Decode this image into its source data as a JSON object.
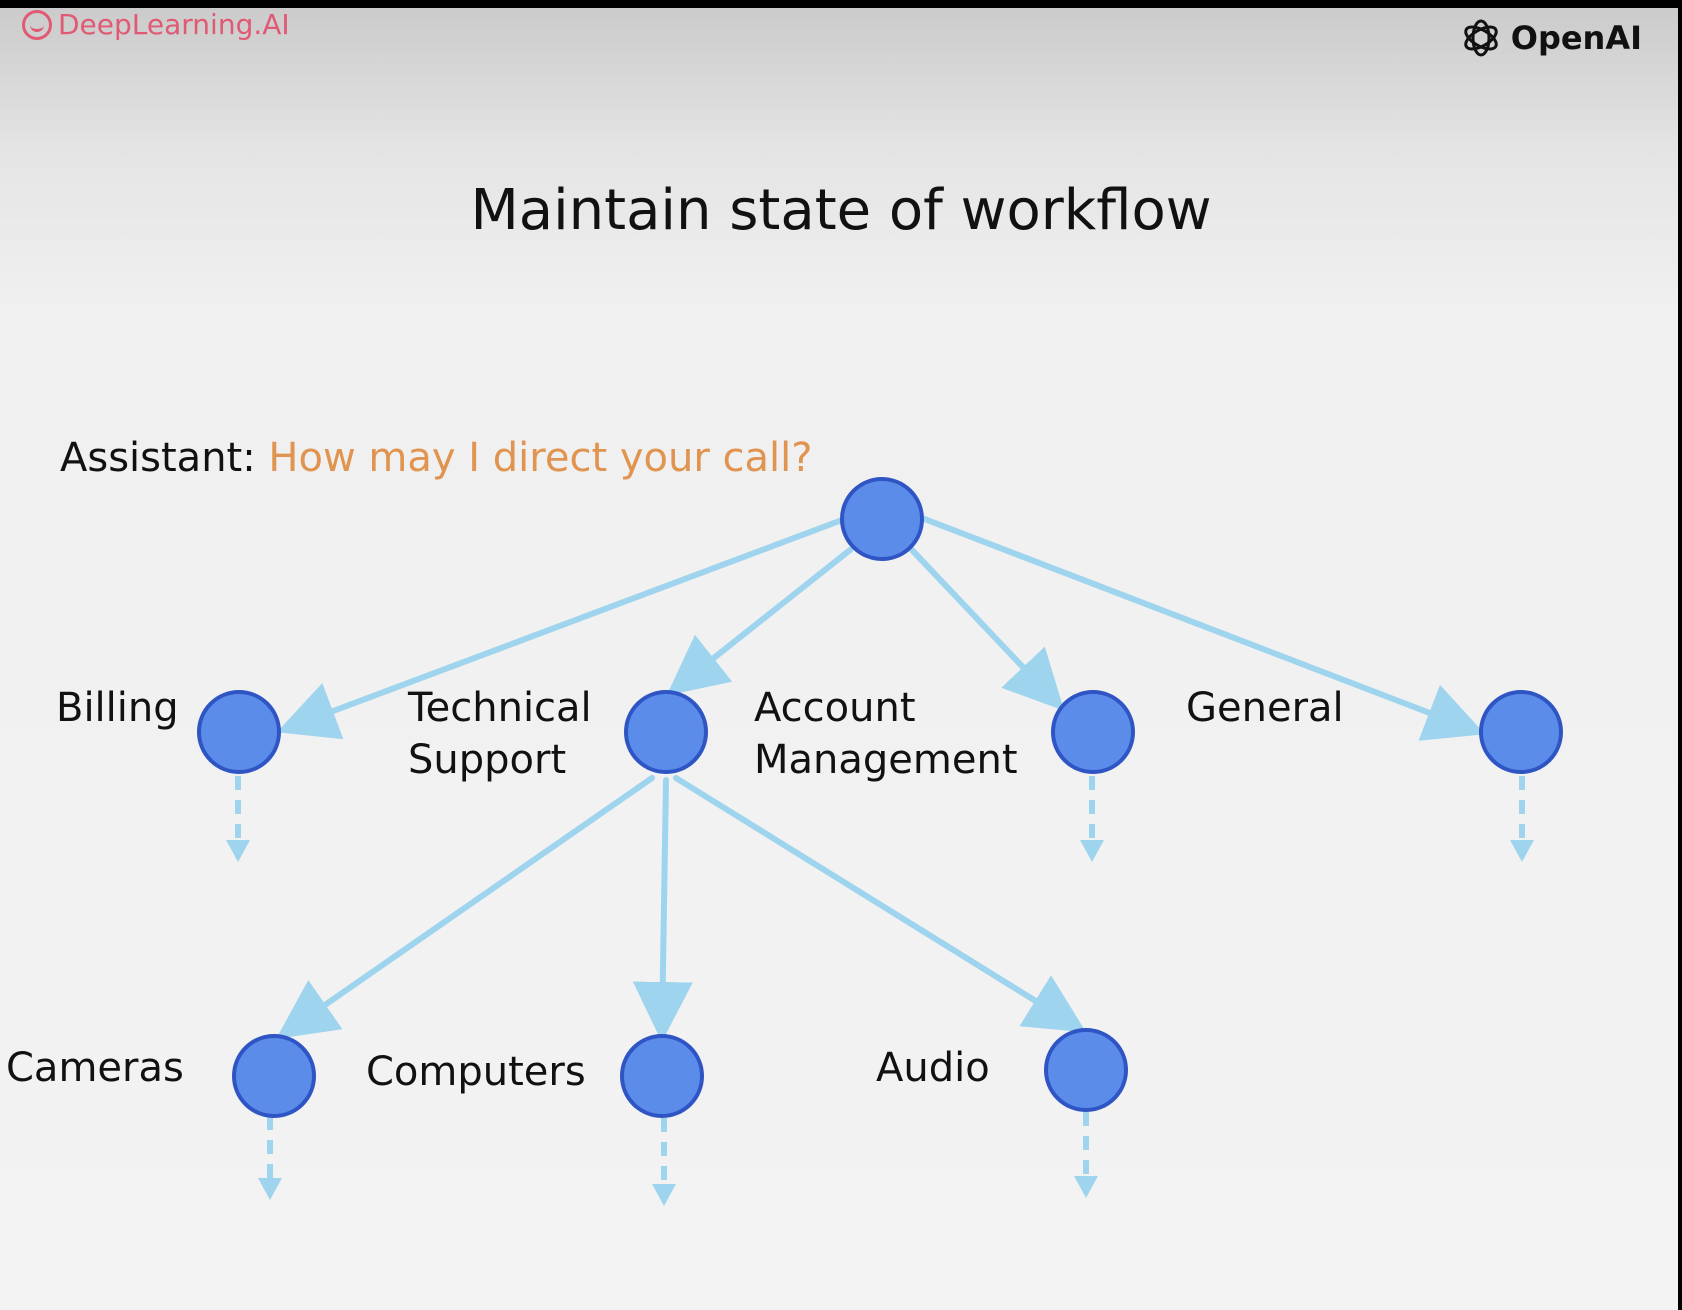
{
  "logos": {
    "left": "DeepLearning.AI",
    "right": "OpenAI"
  },
  "title": "Maintain state of workflow",
  "prompt": {
    "speaker": "Assistant:",
    "message": "How may I direct your call?"
  },
  "categories": [
    "Billing",
    "Technical Support",
    "Account Management",
    "General"
  ],
  "technical_support_subcategories": [
    "Cameras",
    "Computers",
    "Audio"
  ],
  "colors": {
    "node_fill": "#5b8cea",
    "node_stroke": "#2f55c4",
    "edge": "#9fd4ee",
    "prompt_message": "#e0944f",
    "left_logo": "#e05a73"
  }
}
